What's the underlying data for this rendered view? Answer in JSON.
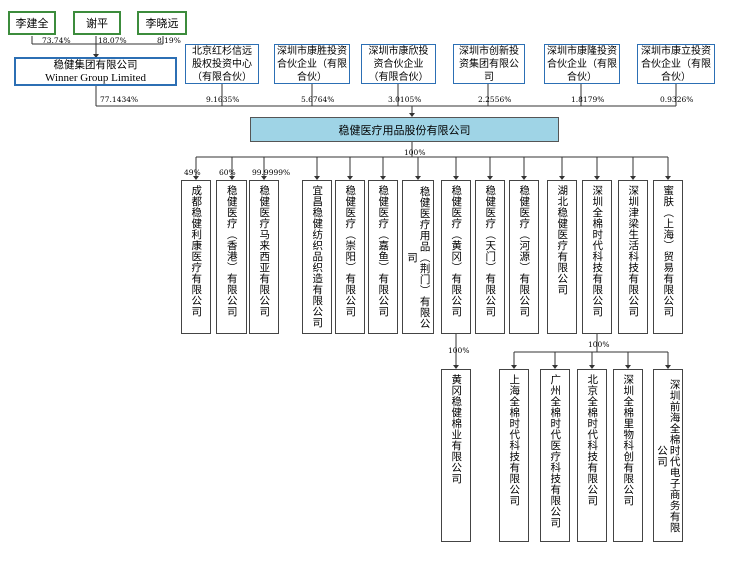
{
  "individuals": [
    {
      "name": "李建全",
      "pct": "73.74%"
    },
    {
      "name": "谢平",
      "pct": "18.07%"
    },
    {
      "name": "李晓远",
      "pct": "8.19%"
    }
  ],
  "winner_group": {
    "line1": "稳健集团有限公司",
    "line2": "Winner Group Limited",
    "pct": "77.1434%"
  },
  "shareholders": [
    {
      "name": "北京红杉信远股权投资中心（有限合伙）",
      "pct": "9.1635%"
    },
    {
      "name": "深圳市康胜投资合伙企业（有限合伙）",
      "pct": "5.6764%"
    },
    {
      "name": "深圳市康欣投资合伙企业（有限合伙）",
      "pct": "3.0105%"
    },
    {
      "name": "深圳市创新投资集团有限公司",
      "pct": "2.2556%"
    },
    {
      "name": "深圳市康隆投资合伙企业（有限合伙）",
      "pct": "1.8179%"
    },
    {
      "name": "深圳市康立投资合伙企业（有限合伙）",
      "pct": "0.9326%"
    }
  ],
  "main_company": "稳健医疗用品股份有限公司",
  "subsidiaries_partial": [
    {
      "name": "成都稳健利康医疗有限公司",
      "pct": "49%"
    },
    {
      "name": "稳健医疗（香港）有限公司",
      "pct": "60%"
    },
    {
      "name": "稳健医疗马来西亚有限公司",
      "pct": "99.9999%"
    }
  ],
  "subsidiaries_full_pct": "100%",
  "subsidiaries_full": [
    "宜昌稳健纺织品织造有限公司",
    "稳健医疗（崇阳）有限公司",
    "稳健医疗（嘉鱼）有限公司",
    "稳健医疗用品（荆门）有限公司",
    "稳健医疗（黄冈）有限公司",
    "稳健医疗（天门）有限公司",
    "稳健医疗（河源）有限公司",
    "湖北稳健医疗有限公司",
    "深圳全棉时代科技有限公司",
    "深圳津梁生活科技有限公司",
    "蜜肤（上海）贸易有限公司"
  ],
  "huanggang_child": {
    "name": "黄冈稳健棉业有限公司",
    "pct": "100%"
  },
  "quanmian_children_pct": "100%",
  "quanmian_children": [
    "上海全棉时代科技有限公司",
    "广州全棉时代医疗科技有限公司",
    "北京全棉时代科技有限公司",
    "深圳全棉里物科创有限公司",
    "深圳前海全棉时代电子商务有限公司"
  ]
}
